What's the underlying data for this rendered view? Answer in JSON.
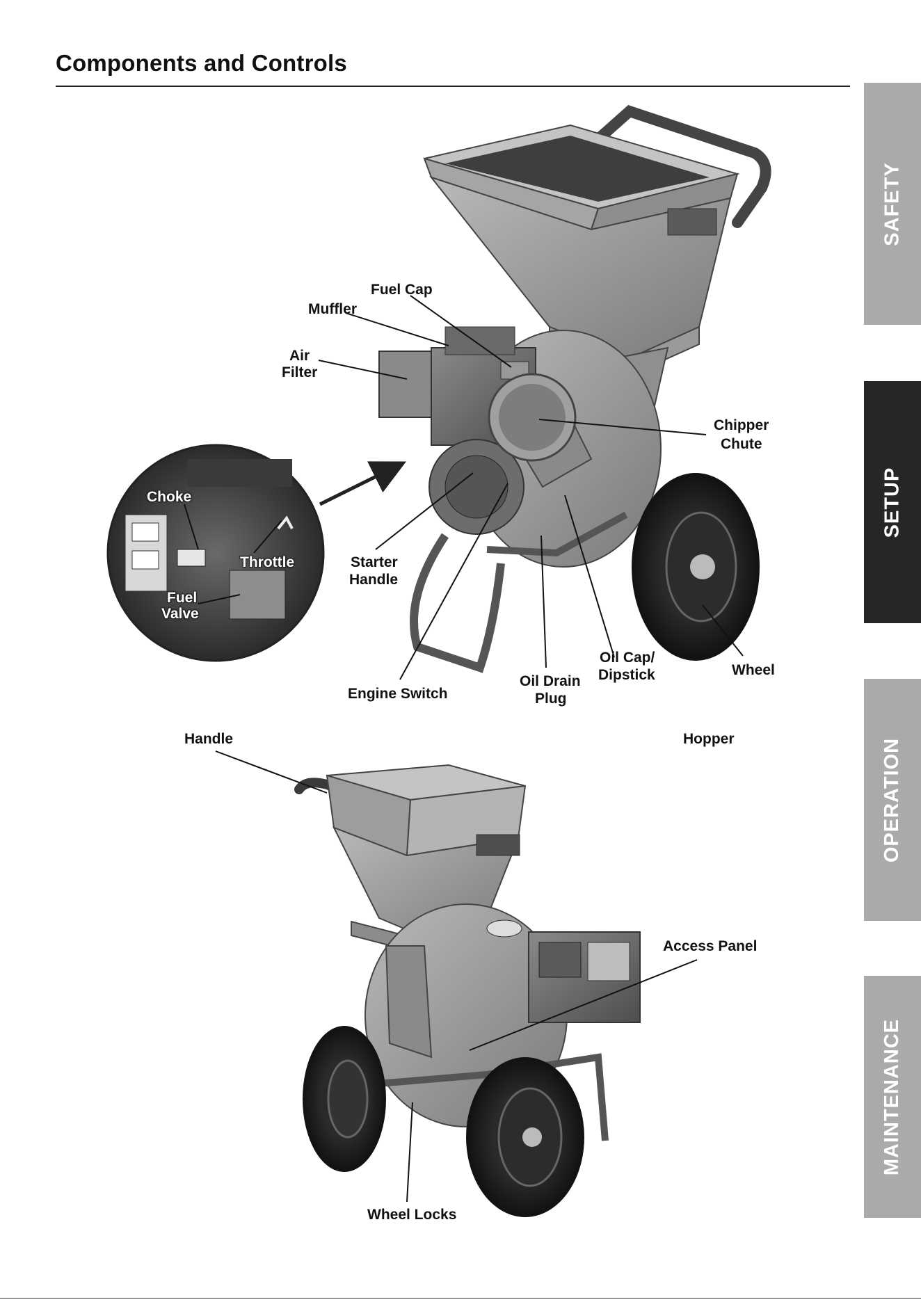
{
  "page": {
    "title": "Components and Controls"
  },
  "side_tabs": [
    {
      "label": "SAFETY",
      "active": false
    },
    {
      "label": "SETUP",
      "active": true
    },
    {
      "label": "OPERATION",
      "active": false
    },
    {
      "label": "MAINTENANCE",
      "active": false
    }
  ],
  "diagram_top": {
    "labels": {
      "fuel_cap": "Fuel Cap",
      "muffler": "Muffler",
      "air_filter_1": "Air",
      "air_filter_2": "Filter",
      "chipper_chute_1": "Chipper",
      "chipper_chute_2": "Chute",
      "starter_handle_1": "Starter",
      "starter_handle_2": "Handle",
      "engine_switch": "Engine Switch",
      "oil_drain_plug_1": "Oil Drain",
      "oil_drain_plug_2": "Plug",
      "oil_cap_1": "Oil Cap/",
      "oil_cap_2": "Dipstick",
      "wheel": "Wheel"
    },
    "inset_labels": {
      "choke": "Choke",
      "throttle": "Throttle",
      "fuel_valve_1": "Fuel",
      "fuel_valve_2": "Valve"
    }
  },
  "diagram_bottom": {
    "labels": {
      "handle": "Handle",
      "hopper": "Hopper",
      "access_panel": "Access Panel",
      "wheel_locks": "Wheel Locks"
    }
  },
  "colors": {
    "active_tab": "#262626",
    "inactive_tab": "#aaaaaa",
    "tab_text": "#ffffff"
  }
}
